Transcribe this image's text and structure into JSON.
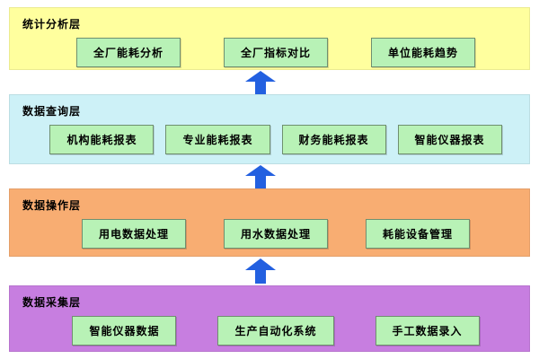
{
  "layers": [
    {
      "title": "统计分析层",
      "color": "#ffff9e",
      "items": [
        "全厂能耗分析",
        "全厂指标对比",
        "单位能耗趋势"
      ]
    },
    {
      "title": "数据查询层",
      "color": "#cdf1f7",
      "items": [
        "机构能耗报表",
        "专业能耗报表",
        "财务能耗报表",
        "智能仪器报表"
      ]
    },
    {
      "title": "数据操作层",
      "color": "#f8ad72",
      "items": [
        "用电数据处理",
        "用水数据处理",
        "耗能设备管理"
      ]
    },
    {
      "title": "数据采集层",
      "color": "#c77ee0",
      "items": [
        "智能仪器数据",
        "生产自动化系统",
        "手工数据录入"
      ]
    }
  ],
  "node_color": "#b8f2b6",
  "arrow_color": "#2360e0"
}
